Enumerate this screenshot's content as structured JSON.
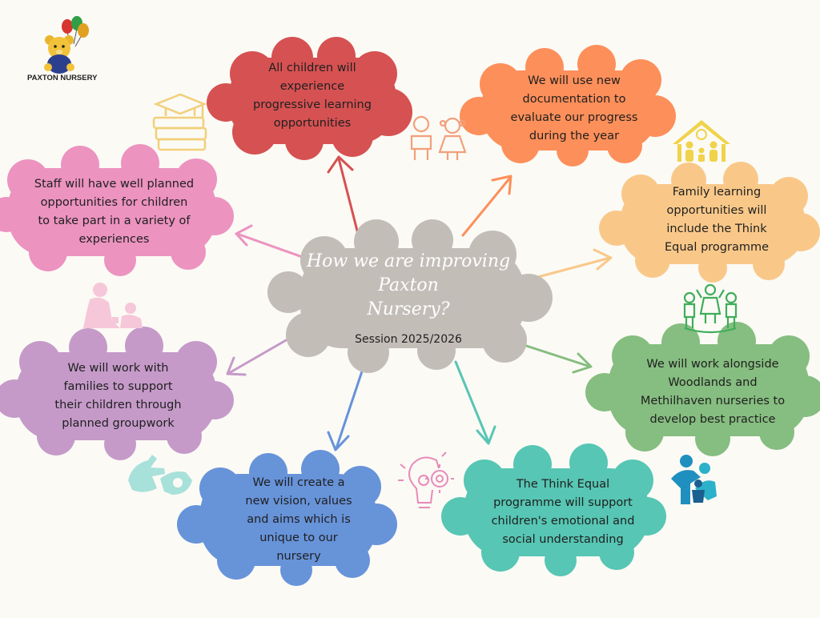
{
  "logo": {
    "label": "PAXTON NURSERY"
  },
  "center": {
    "title_lines": [
      "How we are improving",
      "Paxton",
      "Nursery?"
    ],
    "session": "Session 2025/2026",
    "color": "#c3bdb8"
  },
  "clouds": [
    {
      "id": "progressive-learning",
      "color": "#d65152",
      "text": [
        "All children will",
        "experience",
        "progressive learning",
        "opportunities"
      ]
    },
    {
      "id": "documentation",
      "color": "#fd8f5a",
      "text": [
        "We will use new",
        "documentation to",
        "evaluate our progress",
        "during the year"
      ]
    },
    {
      "id": "family-learning",
      "color": "#f9c889",
      "text": [
        "Family learning",
        "opportunities will",
        "include the Think",
        "Equal programme"
      ]
    },
    {
      "id": "woodlands-methilhaven",
      "color": "#86bd80",
      "text": [
        "We will work alongside",
        "Woodlands and",
        "Methilhaven nurseries to",
        "develop best practice"
      ]
    },
    {
      "id": "think-equal",
      "color": "#57c6b4",
      "text": [
        "The Think Equal",
        "programme will support",
        "children's emotional and",
        "social understanding"
      ]
    },
    {
      "id": "vision-values",
      "color": "#6793d9",
      "text": [
        "We will create a",
        "new vision, values",
        "and aims which is",
        "unique to our",
        "nursery"
      ]
    },
    {
      "id": "families-groupwork",
      "color": "#c59ac9",
      "text": [
        "We will work with",
        "families to support",
        "their children through",
        "planned groupwork"
      ]
    },
    {
      "id": "staff-planned",
      "color": "#ec93c0",
      "text": [
        "Staff will have well planned",
        "opportunities for children",
        "to take part in a variety of",
        "experiences"
      ]
    }
  ],
  "icons": [
    "teddy-bear-logo-icon",
    "graduation-books-icon",
    "children-icon",
    "family-house-icon",
    "children-playing-icon",
    "adult-child-play-icon",
    "family-support-icon",
    "sign-language-icon",
    "lightbulb-gears-icon"
  ]
}
